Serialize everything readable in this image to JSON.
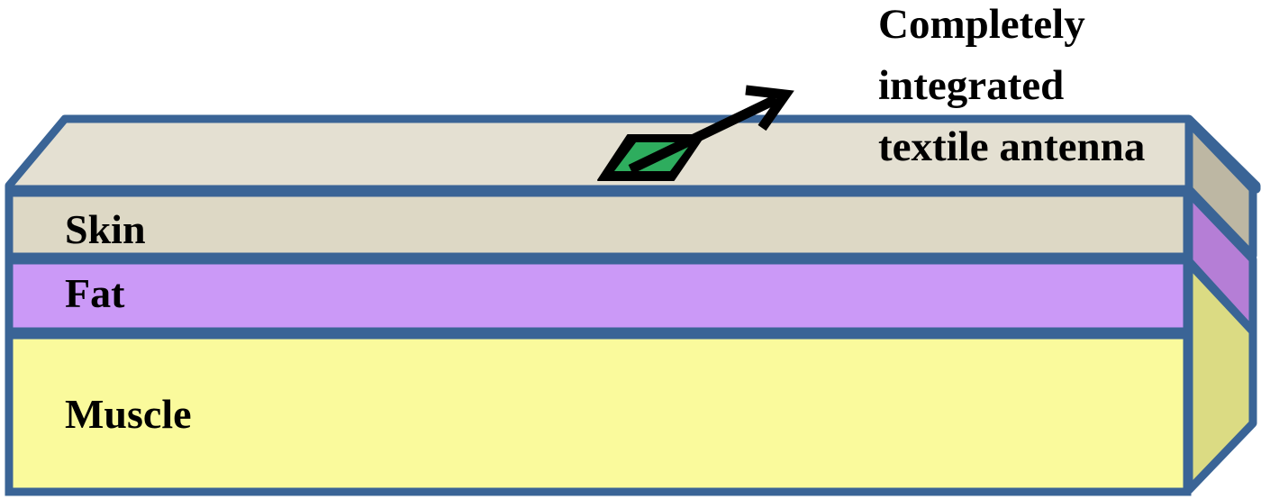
{
  "figure": {
    "type": "layered-tissue-model-3d",
    "background_color": "#ffffff"
  },
  "callout": {
    "name": "antenna-callout",
    "lines": [
      "Completely",
      "integrated",
      "textile antenna"
    ],
    "line1": "Completely",
    "line2": "integrated",
    "line3": "textile antenna",
    "text_color": "#000000",
    "arrow": {
      "name": "callout-arrow",
      "from": "antenna-patch",
      "to": "callout-text",
      "color": "#000000"
    }
  },
  "antenna": {
    "name": "textile-antenna-patch",
    "fill_color": "#2EAD5E",
    "frame_color": "#000000",
    "shape": "parallelogram"
  },
  "layers": [
    {
      "id": "skin",
      "label": "Skin",
      "front_color": "#DDD8C5",
      "top_color": "#E4E0D2",
      "side_color": "#BDB7A3"
    },
    {
      "id": "fat",
      "label": "Fat",
      "front_color": "#CB99F7",
      "top_color": "#CB99F7",
      "side_color": "#B57ED6"
    },
    {
      "id": "muscle",
      "label": "Muscle",
      "front_color": "#FAFA9C",
      "top_color": "#FAFA9C",
      "side_color": "#DBDB83"
    }
  ],
  "styling": {
    "outline_color": "#3A6496",
    "outline_highlight": "#6E8FB8"
  }
}
